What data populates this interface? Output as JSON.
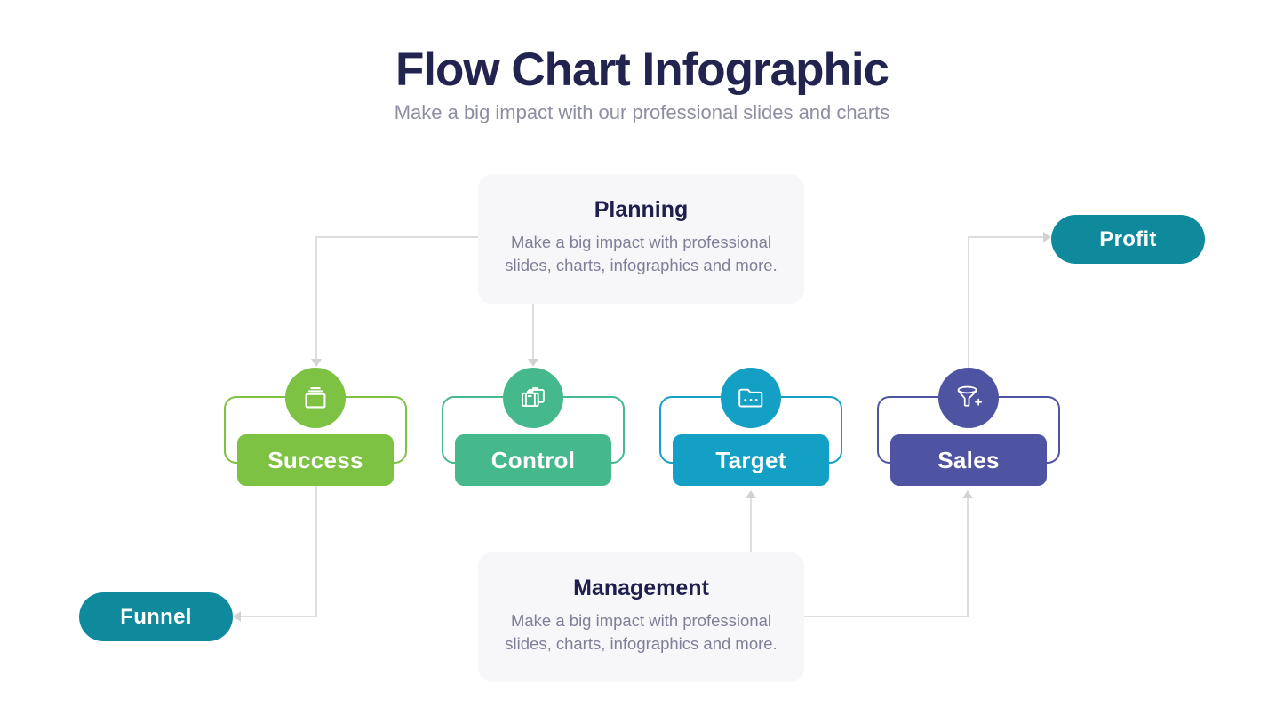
{
  "header": {
    "title": "Flow Chart Infographic",
    "subtitle": "Make a big impact with our professional slides and charts"
  },
  "cards": {
    "planning": {
      "title": "Planning",
      "description": "Make a big impact with professional slides, charts, infographics and more."
    },
    "management": {
      "title": "Management",
      "description": "Make a big impact with professional slides, charts, infographics and more."
    }
  },
  "nodes": [
    {
      "label": "Success",
      "icon": "slides-stack-icon",
      "color": "#7dc242"
    },
    {
      "label": "Control",
      "icon": "luggage-icon",
      "color": "#45b98c"
    },
    {
      "label": "Target",
      "icon": "folder-dots-icon",
      "color": "#149fc4"
    },
    {
      "label": "Sales",
      "icon": "funnel-plus-icon",
      "color": "#4e54a1"
    }
  ],
  "pills": {
    "profit": {
      "label": "Profit",
      "color": "#0f8a9d"
    },
    "funnel": {
      "label": "Funnel",
      "color": "#0f8a9d"
    }
  },
  "colors": {
    "title": "#232350",
    "subtitle": "#8d8da3",
    "card_bg": "#f7f7f9",
    "card_text": "#7f7f99",
    "connector": "#dedede"
  }
}
